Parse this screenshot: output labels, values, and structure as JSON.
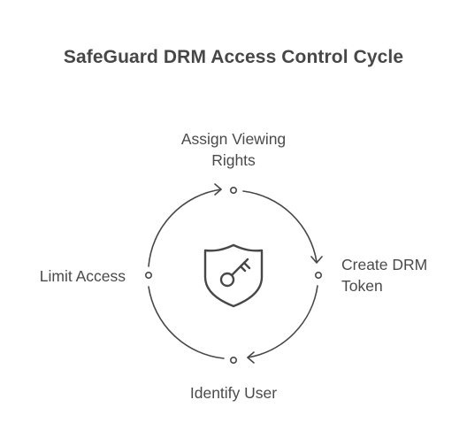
{
  "title": "SafeGuard DRM Access Control Cycle",
  "steps": [
    {
      "lines": [
        "Assign Viewing",
        "Rights"
      ]
    },
    {
      "lines": [
        "Create DRM",
        "Token"
      ]
    },
    {
      "lines": [
        "Identify User"
      ]
    },
    {
      "lines": [
        "Limit Access"
      ]
    }
  ],
  "center_icon": "shield-key-icon",
  "colors": {
    "stroke": "#474747",
    "title": "#474747",
    "text": "#4a4a4a",
    "background": "#ffffff"
  }
}
